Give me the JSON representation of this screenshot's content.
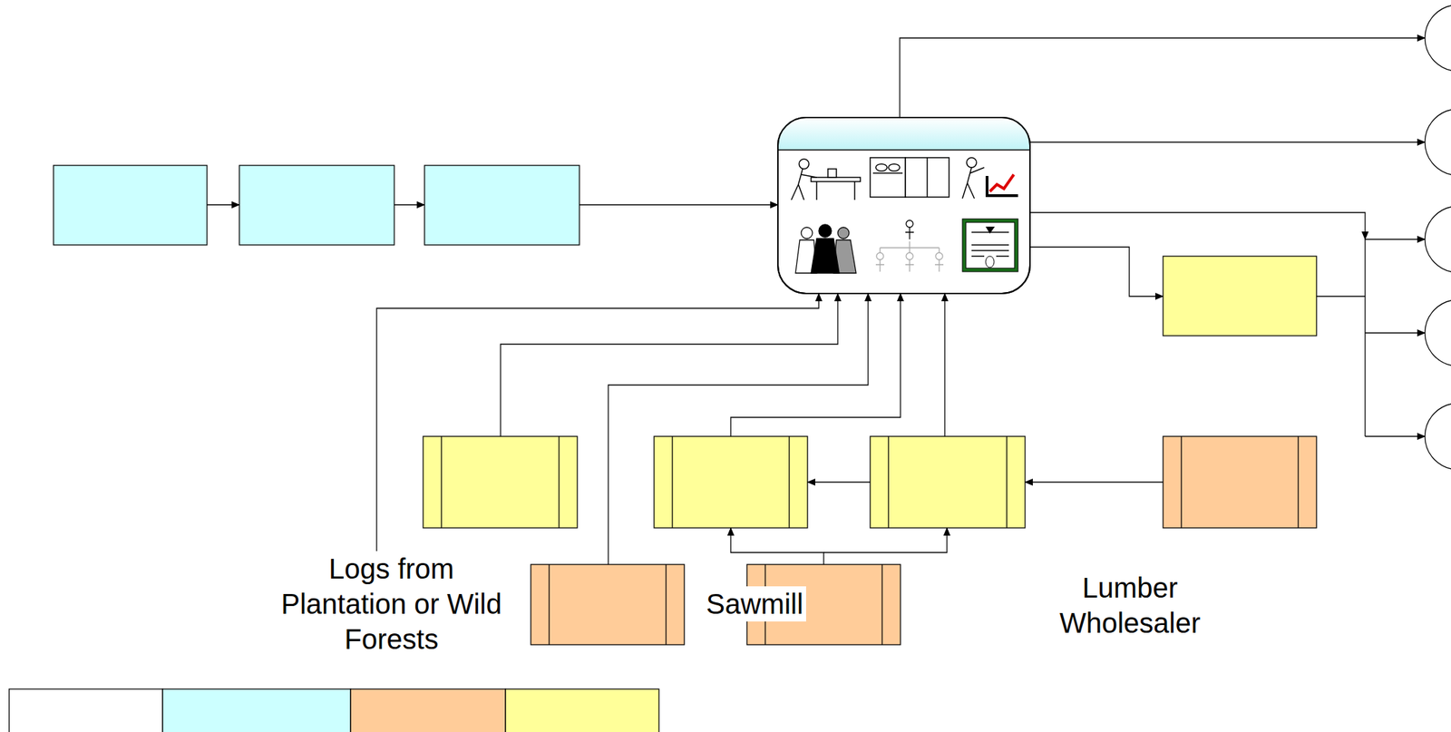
{
  "diagram": {
    "labels": [
      "Logs from Plantation or Wild Forests",
      "Sawmill",
      "Lumber Wholesaler"
    ]
  }
}
